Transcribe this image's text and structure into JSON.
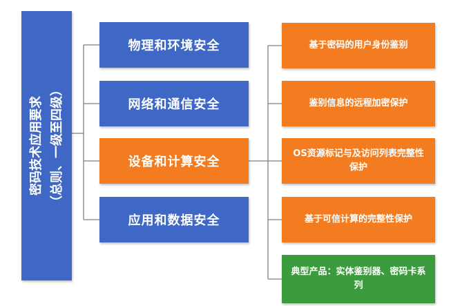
{
  "root": {
    "line1": "密码技术应用要求",
    "line2": "（总则、一级至四级）"
  },
  "categories": [
    {
      "label": "物理和环境安全",
      "color": "#3f67c6"
    },
    {
      "label": "网络和通信安全",
      "color": "#3f67c6"
    },
    {
      "label": "设备和计算安全",
      "color": "#f47c20"
    },
    {
      "label": "应用和数据安全",
      "color": "#3f67c6"
    }
  ],
  "details": [
    {
      "label": "基于密码的用户身份鉴别",
      "color": "#f47c20"
    },
    {
      "label": "鉴别信息的远程加密保护",
      "color": "#f47c20"
    },
    {
      "label": "OS资源标记与及访问列表完整性保护",
      "color": "#f47c20"
    },
    {
      "label": "基于可信计算的完整性保护",
      "color": "#f47c20"
    },
    {
      "label": "典型产品：实体鉴别器、密码卡系列",
      "color": "#3c9b3c"
    }
  ]
}
